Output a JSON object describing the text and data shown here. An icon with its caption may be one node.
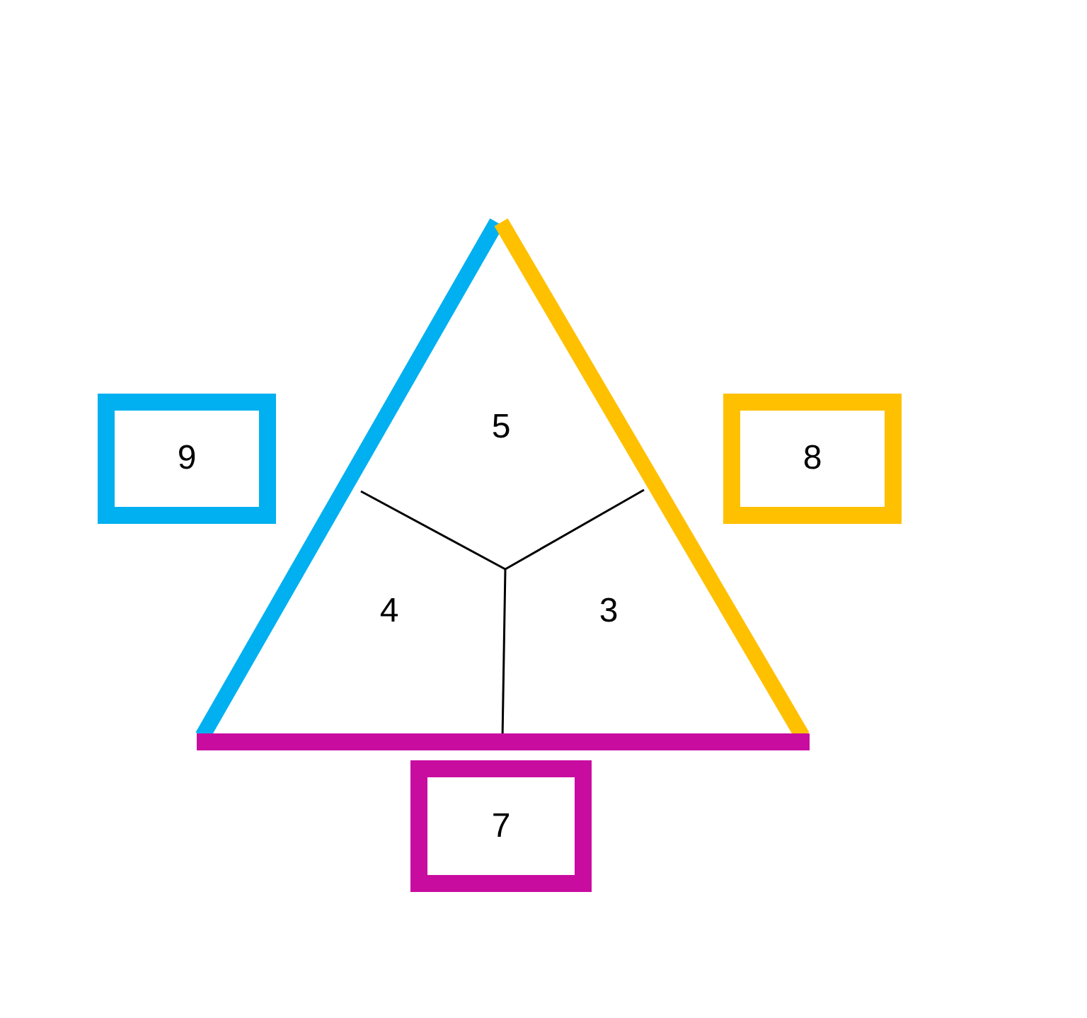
{
  "diagram": {
    "nodes": [
      {
        "text": [
          "9"
        ]
      },
      {
        "text": [
          "8"
        ]
      },
      {
        "text": [
          "7"
        ]
      }
    ],
    "labels": [
      "5",
      "4",
      "3"
    ]
  }
}
